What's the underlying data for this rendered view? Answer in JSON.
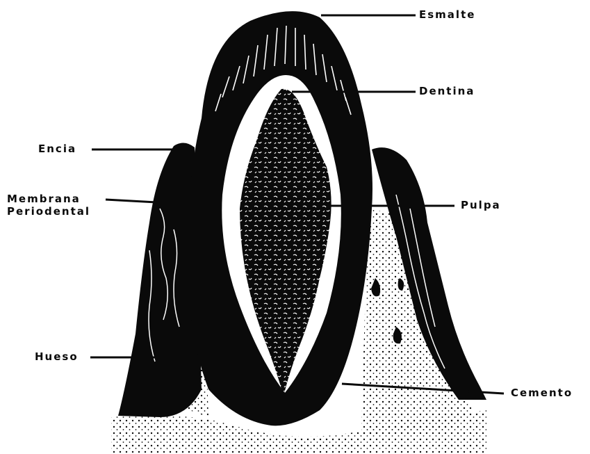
{
  "diagram": {
    "type": "tooth-cross-section",
    "labels": {
      "esmalte": "Esmalte",
      "dentina": "Dentina",
      "encia": "Encia",
      "membrana_line1": "Membrana",
      "membrana_line2": "Periodental",
      "pulpa": "Pulpa",
      "hueso": "Hueso",
      "cemento": "Cemento"
    },
    "colors": {
      "ink": "#0a0a0a",
      "paper": "#ffffff"
    }
  }
}
